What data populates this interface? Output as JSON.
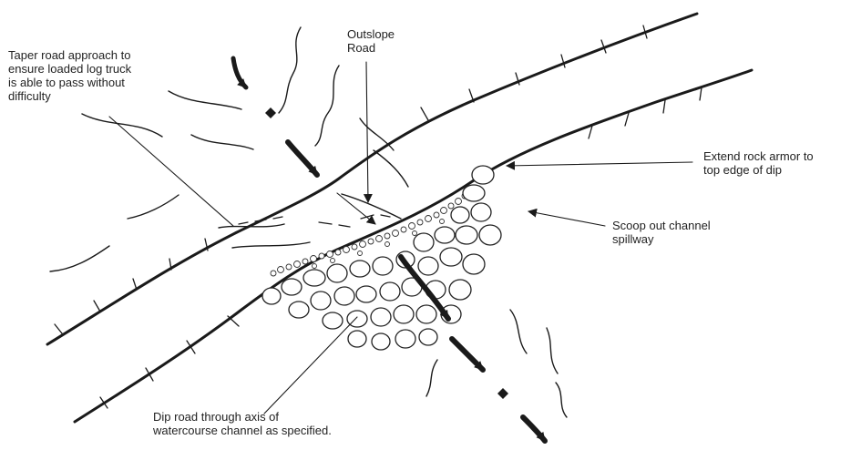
{
  "labels": {
    "taper": "Taper road approach to\nensure loaded log truck\nis able to pass without\ndifficulty",
    "outslope": "Outslope\nRoad",
    "extend": "Extend rock armor to\ntop edge of dip",
    "scoop": "Scoop out channel\nspillway",
    "dip": "Dip road through axis of\nwatercourse channel as specified."
  }
}
